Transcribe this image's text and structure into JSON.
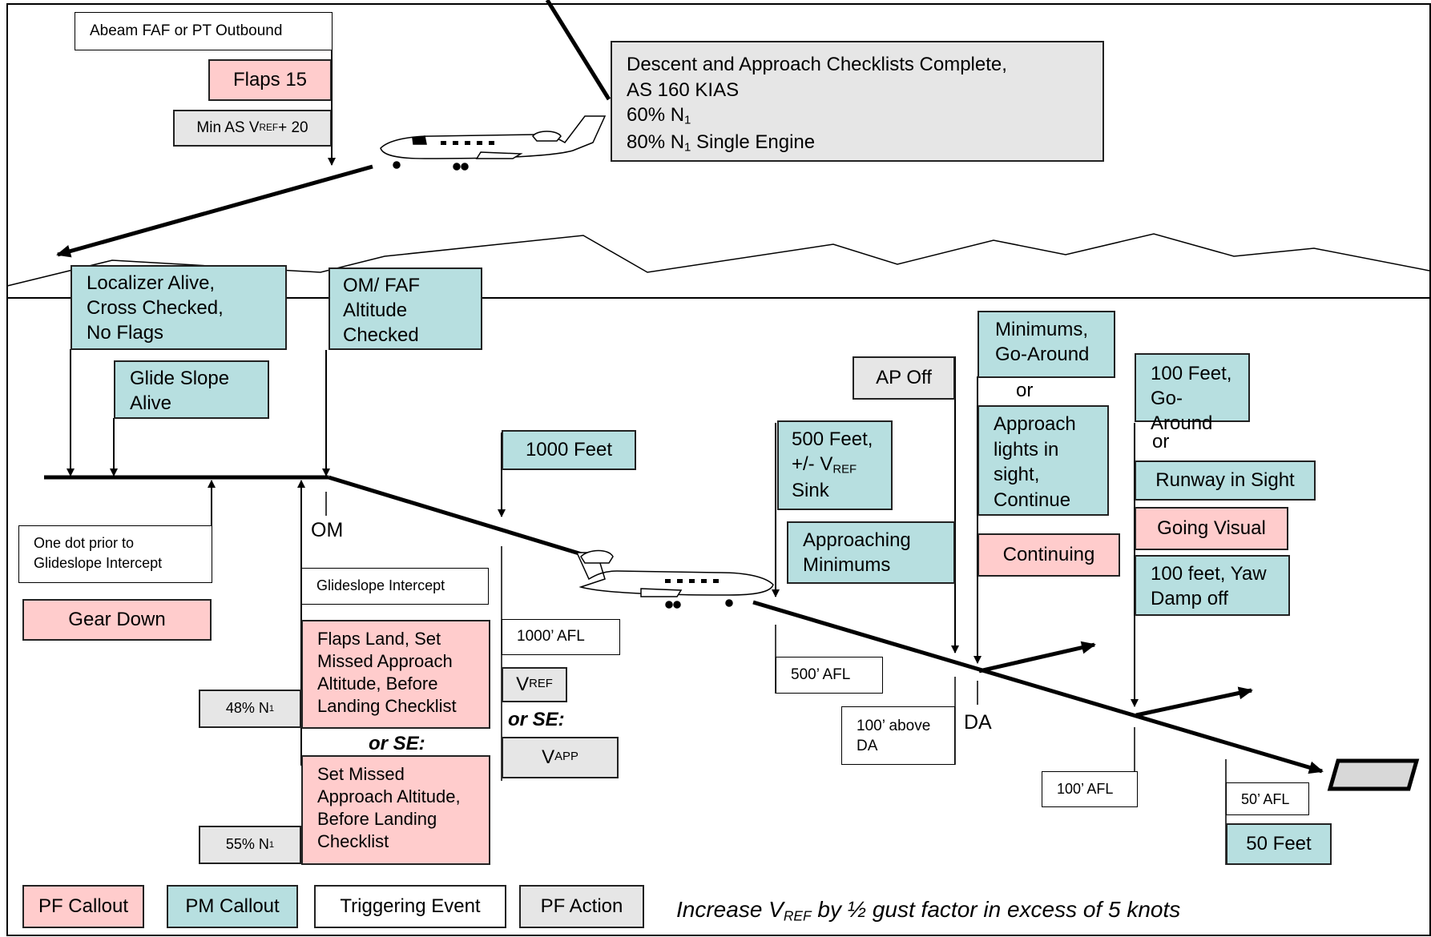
{
  "top": {
    "abeam": "Abeam FAF or PT Outbound",
    "flaps15": "Flaps 15",
    "minAs": {
      "pre": "Min AS V",
      "sub": "REF",
      "post": "+ 20"
    },
    "descent": {
      "l1": "Descent and Approach Checklists Complete,",
      "l2": "AS 160 KIAS",
      "l3": {
        "pre": "60% N",
        "sub": "1",
        "post": ""
      },
      "l4": {
        "pre": "80% N",
        "sub": "1",
        "post": " Single Engine"
      }
    }
  },
  "callouts": {
    "localizer": [
      "Localizer Alive,",
      "Cross Checked,",
      "No Flags"
    ],
    "glideSlope": [
      "Glide Slope",
      "Alive"
    ],
    "omFaf": [
      "OM/ FAF",
      "Altitude",
      "Checked"
    ],
    "om": "OM",
    "oneDot": [
      "One dot prior to",
      "Glideslope Intercept"
    ],
    "gearDown": "Gear Down",
    "gsIntercept": "Glideslope Intercept",
    "flapsLand": [
      "Flaps Land, Set",
      "Missed Approach",
      "Altitude, Before",
      "Landing Checklist"
    ],
    "orSe1": "or SE:",
    "setMissed": [
      "Set Missed",
      "Approach Altitude,",
      "Before Landing",
      "Checklist"
    ],
    "n48": {
      "pre": "48% N",
      "sub": "1"
    },
    "n55": {
      "pre": "55% N",
      "sub": "1"
    },
    "thousandFeet": "1000 Feet",
    "afl1000": "1000’ AFL",
    "vref": {
      "pre": "V",
      "sub": "REF"
    },
    "orSe2": "or SE:",
    "vapp": {
      "pre": "V",
      "sub": "APP"
    },
    "fiveHundred": {
      "l1": "500 Feet,",
      "l2pre": "+/- V",
      "l2sub": "REF",
      "l3": "Sink"
    },
    "afl500": "500’ AFL",
    "apOff": "AP Off",
    "approachingMin": [
      "Approaching",
      "Minimums"
    ],
    "above100": [
      "100’ above",
      "DA"
    ],
    "da": "DA",
    "minGoAround": [
      "Minimums,",
      "Go-Around"
    ],
    "or1": "or",
    "approachLights": [
      "Approach",
      "lights in",
      "sight,",
      "Continue"
    ],
    "continuing": "Continuing",
    "hundredGoAround": [
      "100 Feet,",
      "Go-Around"
    ],
    "or2": "or",
    "runwayInSight": "Runway in Sight",
    "goingVisual": "Going Visual",
    "yawDamp": [
      "100 feet, Yaw",
      "Damp off"
    ],
    "afl100": "100’ AFL",
    "afl50": "50’ AFL",
    "fiftyFeet": "50 Feet"
  },
  "legend": {
    "pf": "PF Callout",
    "pm": "PM Callout",
    "te": "Triggering Event",
    "act": "PF Action"
  },
  "note": {
    "pre": "Increase V",
    "sub": "REF",
    "post": " by ½ gust factor in excess of 5 knots"
  },
  "colors": {
    "pf": "#ffcccc",
    "pm": "#b7dfe0",
    "te": "#ffffff",
    "act": "#e6e6e6"
  }
}
